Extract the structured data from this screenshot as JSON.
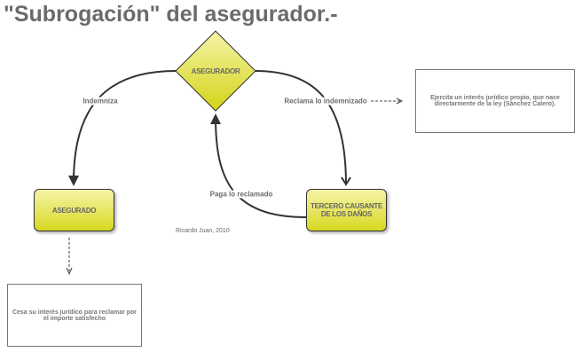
{
  "title": "\"Subrogación\" del asegurador.-",
  "nodes": {
    "asegurador": "ASEGURADOR",
    "asegurado": "ASEGURADO",
    "tercero": "TERCERO CAUSANTE DE LOS DAÑOS"
  },
  "edges": {
    "indemniza": "Indemniza",
    "reclama": "Reclama lo indemnizado",
    "paga": "Paga lo reclamado"
  },
  "notes": {
    "asegurador_note": "Ejercita un interés jurídico propio, que nace directarmente de la ley (Sánchez Calero).",
    "asegurado_note": "Cesa su interés jurídico para reclamar por el importe satisfecho"
  },
  "credit": "Ricardo Juan, 2010",
  "colors": {
    "node_fill_top": "#f4f4a8",
    "node_fill_bottom": "#d8d820",
    "text": "#666666"
  }
}
